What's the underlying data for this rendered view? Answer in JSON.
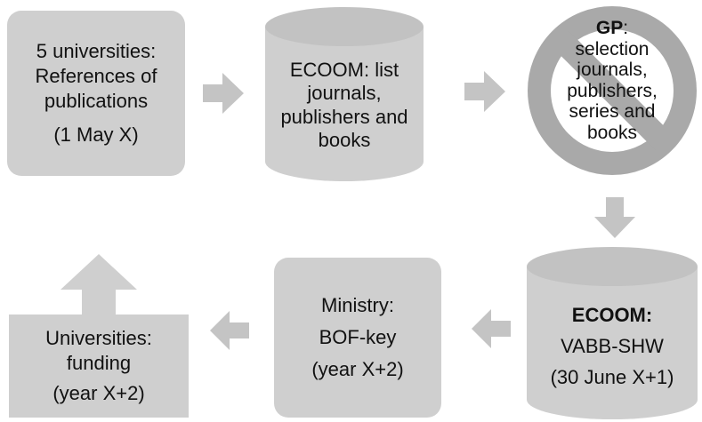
{
  "nodes": {
    "universities_refs": {
      "line1": "5 universities:",
      "line2": "References of",
      "line3": "publications",
      "line4": "(1 May X)"
    },
    "ecoom_list": {
      "line1": "ECOOM: list",
      "line2": "journals,",
      "line3": "publishers and",
      "line4": "books"
    },
    "gp_selection": {
      "title": "GP",
      "colon": ":",
      "line1": "selection",
      "line2": "journals,",
      "line3": "publishers,",
      "line4": "series and",
      "line5": "books"
    },
    "ecoom_vabb": {
      "title": "ECOOM:",
      "line1": "VABB-SHW",
      "line2": "(30 June X+1)"
    },
    "ministry": {
      "line1": "Ministry:",
      "line2": "BOF-key",
      "line3": "(year X+2)"
    },
    "universities_funding": {
      "line1": "Universities:",
      "line2": "funding",
      "line3": "(year X+2)"
    }
  },
  "colors": {
    "box_fill": "#cfcfcf",
    "arrow_fill": "#c4c4c4",
    "no_sign_ring": "#a9a9a9"
  },
  "icons": [
    "right-arrow-icon",
    "down-arrow-icon",
    "left-arrow-icon",
    "up-arrow-icon",
    "prohibition-sign-icon"
  ]
}
